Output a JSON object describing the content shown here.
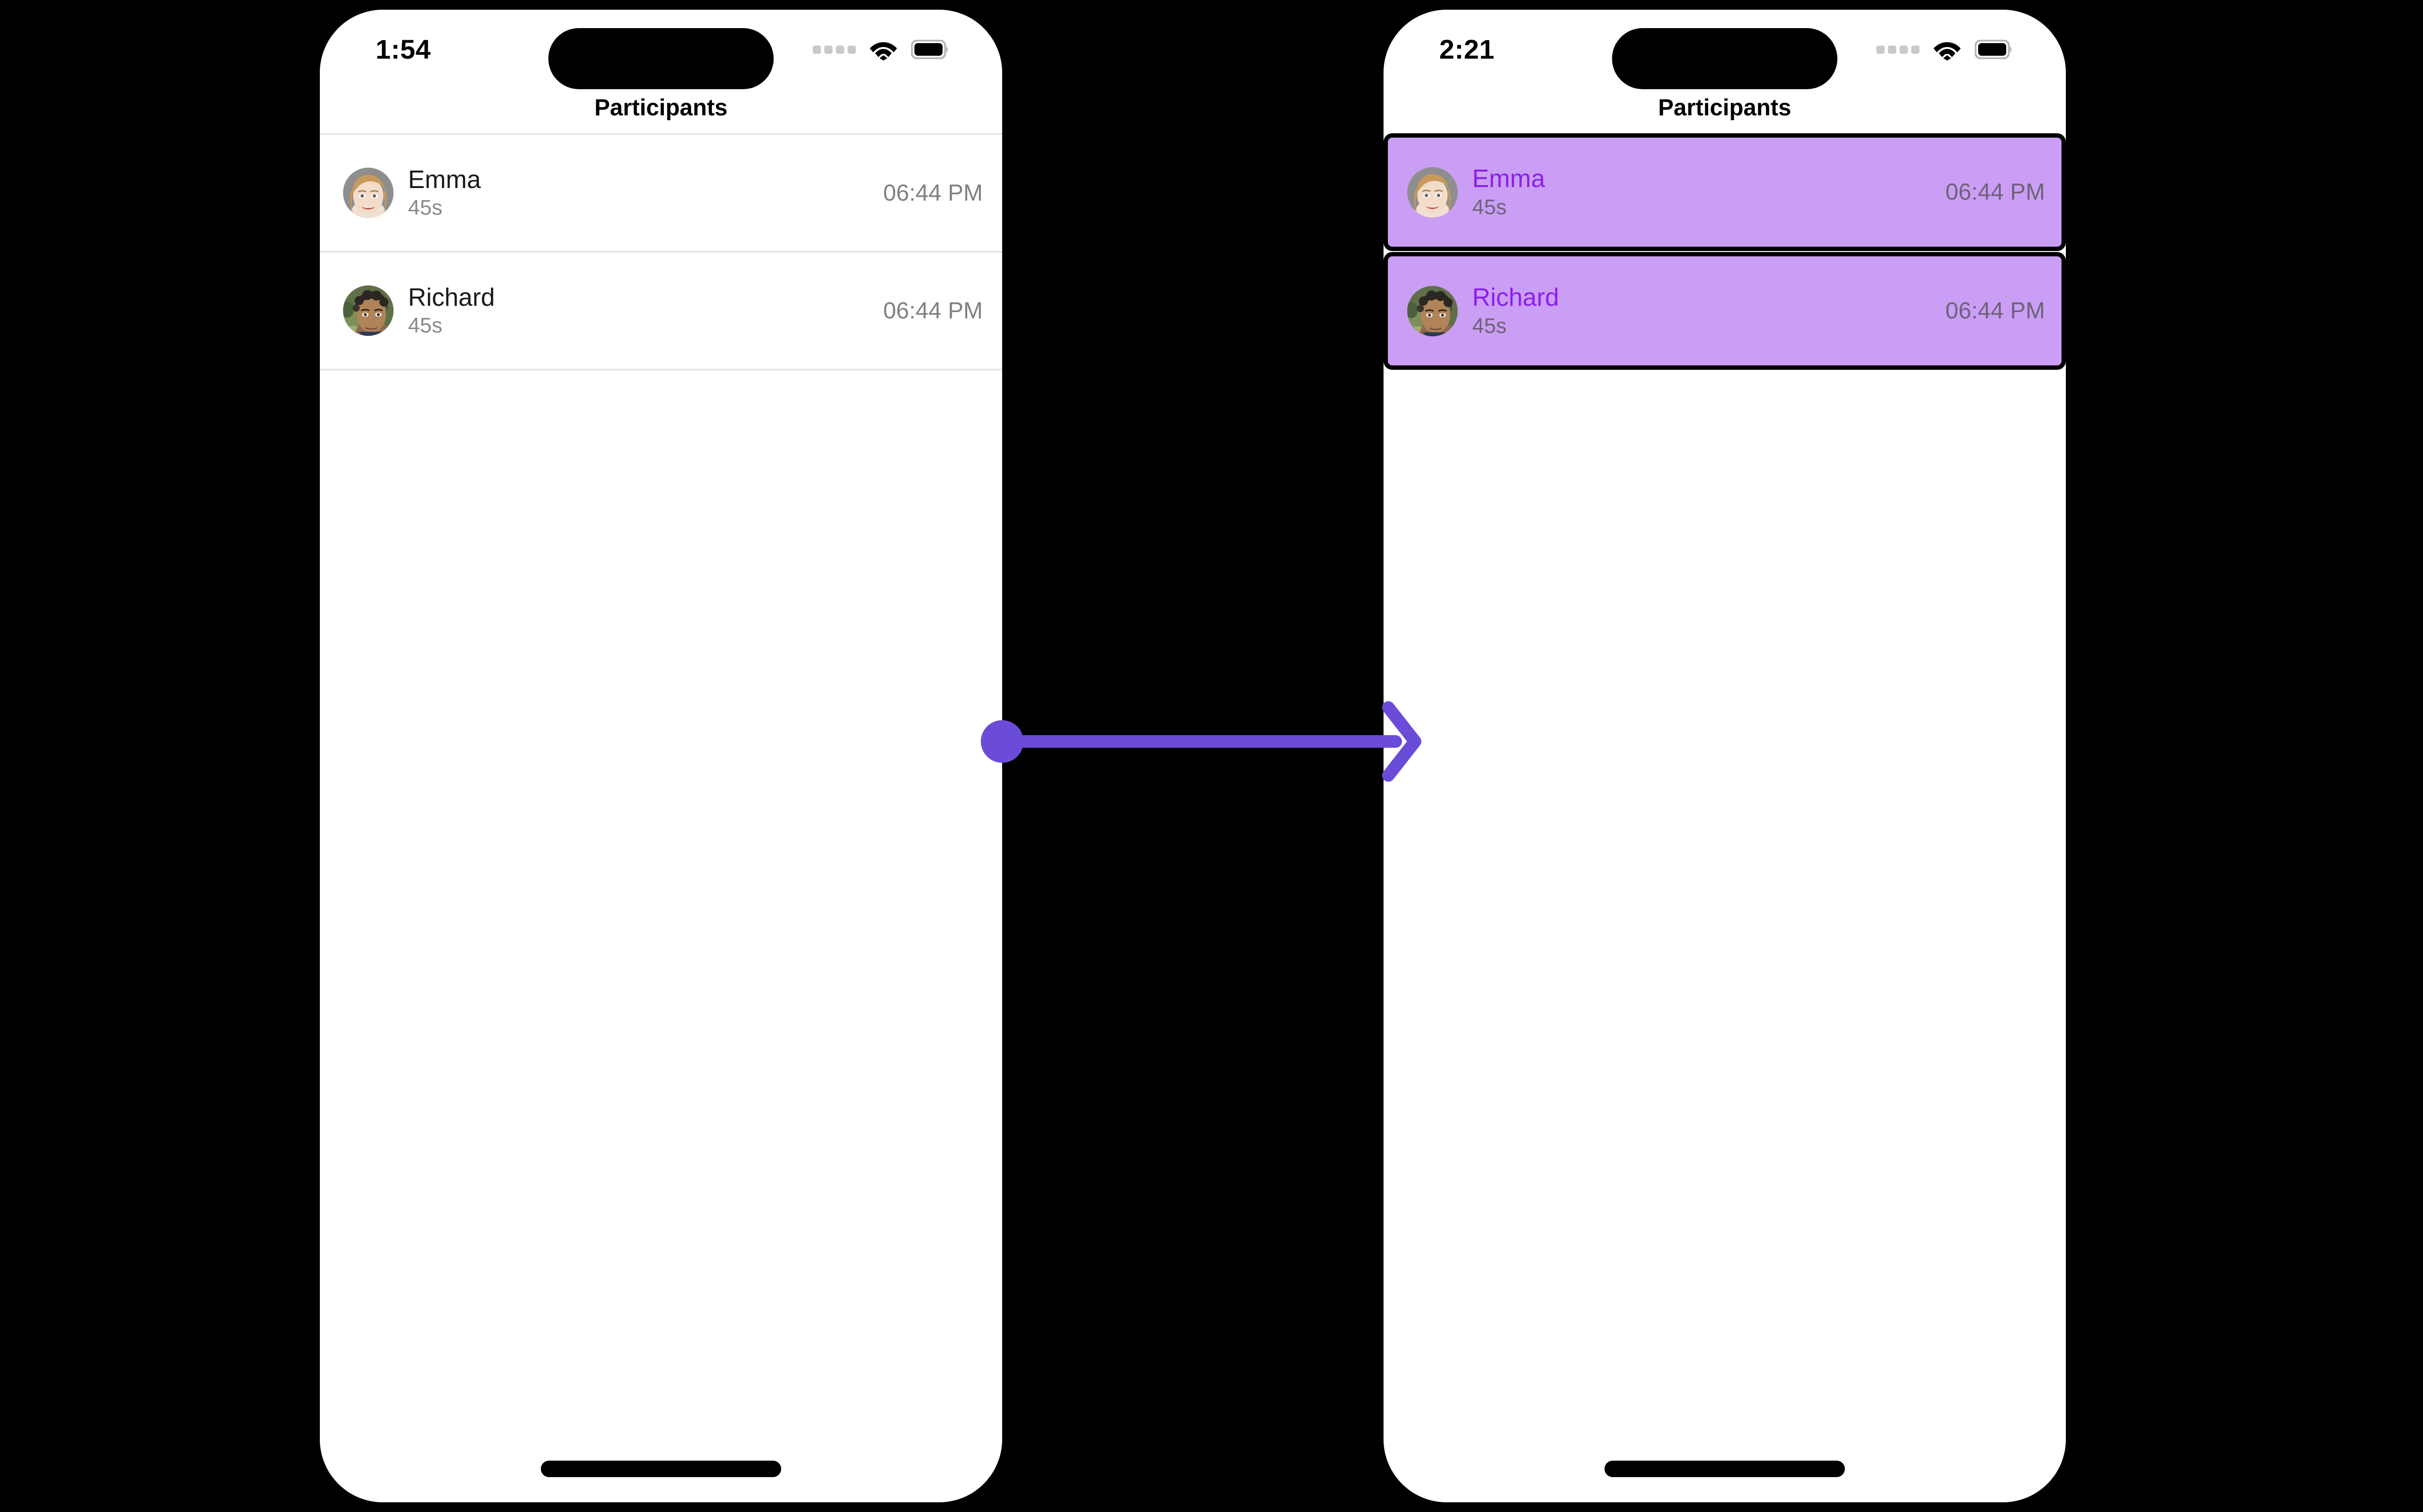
{
  "accent": {
    "arrow_color": "#6A4CD8",
    "highlight_bg": "#CA9EF5",
    "highlight_name_color": "#8B1FE8",
    "highlight_border_color": "#000000",
    "separator_color": "#E3E3E5",
    "time_text_color": "#808085",
    "subtitle_color": "#8A8A8E"
  },
  "screens": [
    {
      "id": "before",
      "status_bar": {
        "time": "1:54",
        "icons": [
          "signal-dots-icon",
          "wifi-icon",
          "battery-icon"
        ]
      },
      "nav": {
        "title": "Participants"
      },
      "participants": [
        {
          "name": "Emma",
          "duration": "45s",
          "time": "06:44 PM",
          "avatar": "emma-avatar",
          "selected": false
        },
        {
          "name": "Richard",
          "duration": "45s",
          "time": "06:44 PM",
          "avatar": "richard-avatar",
          "selected": false
        }
      ]
    },
    {
      "id": "after",
      "status_bar": {
        "time": "2:21",
        "icons": [
          "signal-dots-icon",
          "wifi-icon",
          "battery-icon"
        ]
      },
      "nav": {
        "title": "Participants"
      },
      "participants": [
        {
          "name": "Emma",
          "duration": "45s",
          "time": "06:44 PM",
          "avatar": "emma-avatar",
          "selected": true
        },
        {
          "name": "Richard",
          "duration": "45s",
          "time": "06:44 PM",
          "avatar": "richard-avatar",
          "selected": true
        }
      ]
    }
  ],
  "annotation": {
    "type": "arrow",
    "icon": "arrow-right-icon",
    "direction": "left-to-right",
    "color": "#6A4CD8"
  }
}
